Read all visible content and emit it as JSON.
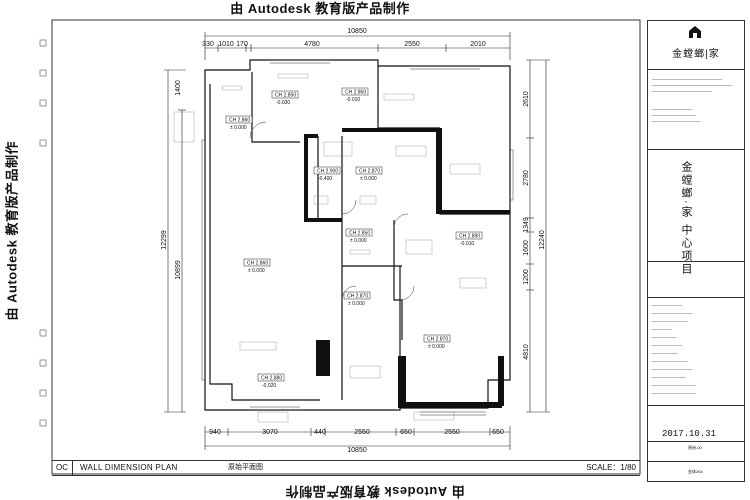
{
  "watermark": "由 Autodesk 教育版产品制作",
  "plan": {
    "top_total": "10850",
    "top_segments": [
      "330",
      "1010",
      "170",
      "4780",
      "2550",
      "2010"
    ],
    "bottom_total": "10850",
    "bottom_segments": [
      "940",
      "3070",
      "440",
      "2550",
      "650",
      "2550",
      "650"
    ],
    "left_total": "12299",
    "left_inner": "10899",
    "left_segments": [
      "1400"
    ],
    "right_total": "12240",
    "right_segments": [
      "2610",
      "2780",
      "1349",
      "1600",
      "1200",
      "4810"
    ],
    "rooms": [
      {
        "ch": "CH 2.850",
        "lvl": "-0.030"
      },
      {
        "ch": "CH 2.860",
        "lvl": "-0.010"
      },
      {
        "ch": "CH 2.870",
        "lvl": "± 0.000"
      },
      {
        "ch": "CH 2.860",
        "lvl": "± 0.000"
      },
      {
        "ch": "CH 2.900",
        "lvl": "-0.400"
      },
      {
        "ch": "CH 2.850",
        "lvl": "± 0.000"
      },
      {
        "ch": "CH 2.890",
        "lvl": "-0.010"
      },
      {
        "ch": "CH 2.860",
        "lvl": "± 0.000"
      },
      {
        "ch": "CH 2.870",
        "lvl": "± 0.000"
      },
      {
        "ch": "CH 2.870",
        "lvl": "± 0.000"
      },
      {
        "ch": "CH 2.880",
        "lvl": "-0.020"
      }
    ]
  },
  "title_bar": {
    "code": "OC",
    "name": "WALL DIMENSION PLAN",
    "name_cn": "原始平面图",
    "scale": "SCALE：1/80"
  },
  "side_panel": {
    "logo_text": "金螳螂|家",
    "project": "金螳螂·家 中心项目",
    "date": "2017.10.31",
    "drawing_no": "原始-00",
    "sheet": "金体264"
  }
}
